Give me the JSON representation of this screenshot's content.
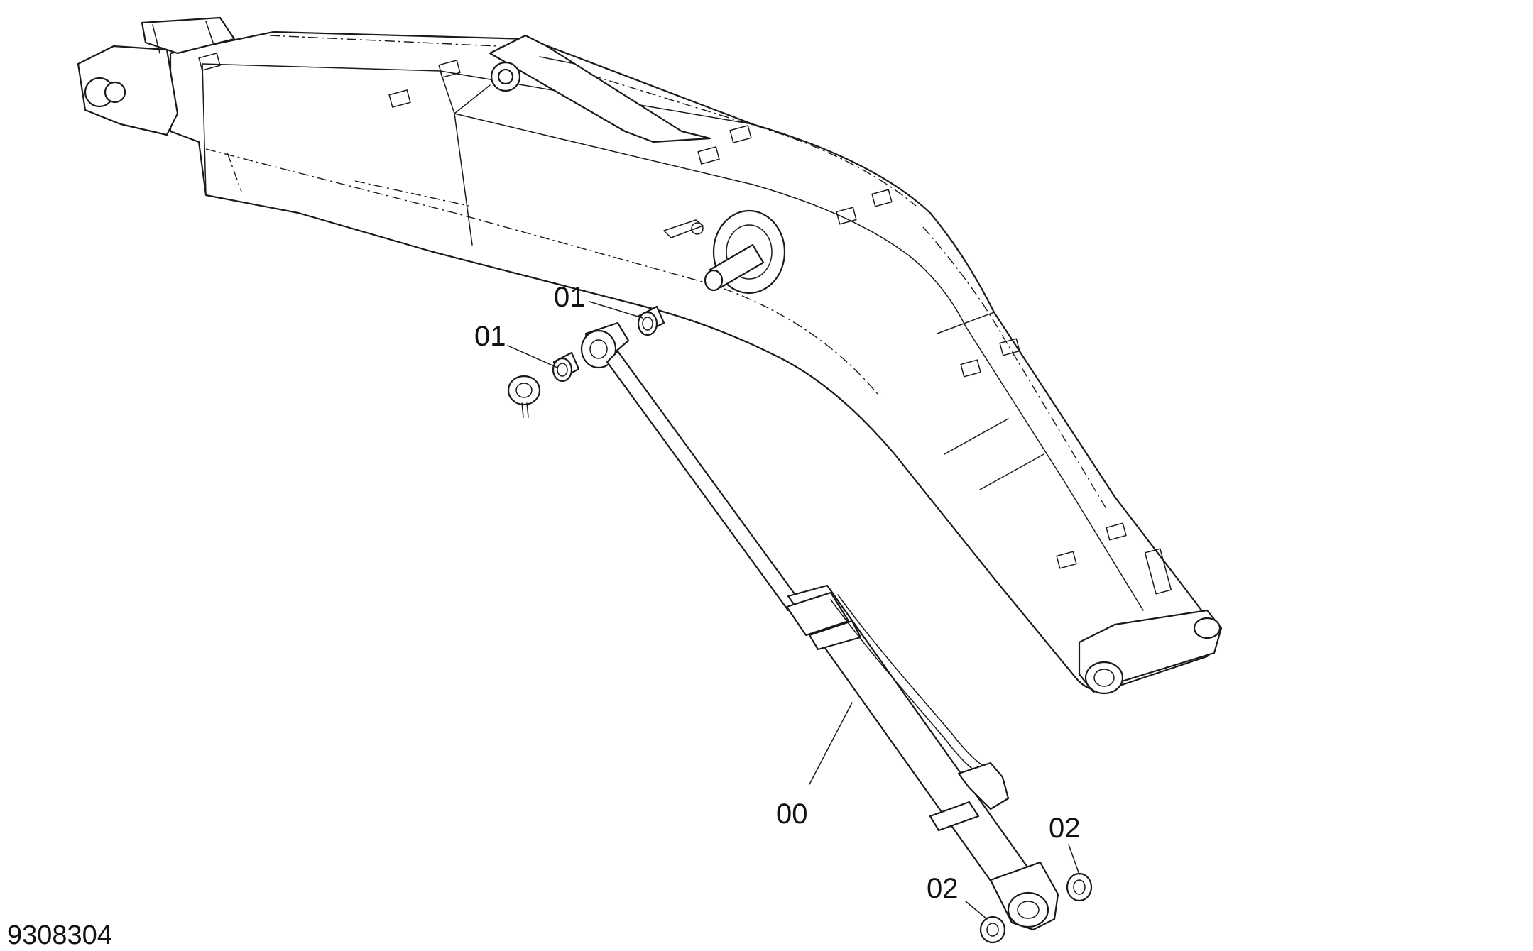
{
  "figure": {
    "number": "9308304"
  },
  "callouts": [
    {
      "id": "c1",
      "label": "01"
    },
    {
      "id": "c2",
      "label": "01"
    },
    {
      "id": "c3",
      "label": "00"
    },
    {
      "id": "c4",
      "label": "02"
    },
    {
      "id": "c5",
      "label": "02"
    }
  ]
}
